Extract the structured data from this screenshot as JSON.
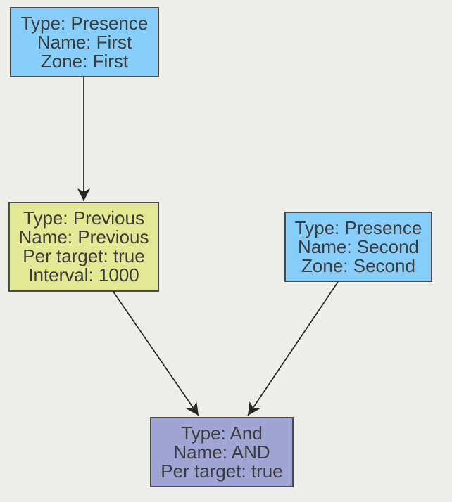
{
  "diagram": {
    "background_color": "#EDEDEA",
    "node_border_color": "#4B4B4B",
    "node_text_color": "#3C3C3C",
    "edge_color": "#262626",
    "nodes": [
      {
        "id": "first",
        "fill": "#87CEFA",
        "lines": [
          "Type: Presence",
          "Name: First",
          "Zone: First"
        ]
      },
      {
        "id": "previous",
        "fill": "#E3E894",
        "lines": [
          "Type: Previous",
          "Name: Previous",
          "Per target: true",
          "Interval: 1000"
        ]
      },
      {
        "id": "second",
        "fill": "#87CEFA",
        "lines": [
          "Type: Presence",
          "Name: Second",
          "Zone: Second"
        ]
      },
      {
        "id": "and",
        "fill": "#A0A5D6",
        "lines": [
          "Type: And",
          "Name: AND",
          "Per target: true"
        ]
      }
    ],
    "edges": [
      {
        "from": "first",
        "to": "previous"
      },
      {
        "from": "previous",
        "to": "and"
      },
      {
        "from": "second",
        "to": "and"
      }
    ]
  }
}
